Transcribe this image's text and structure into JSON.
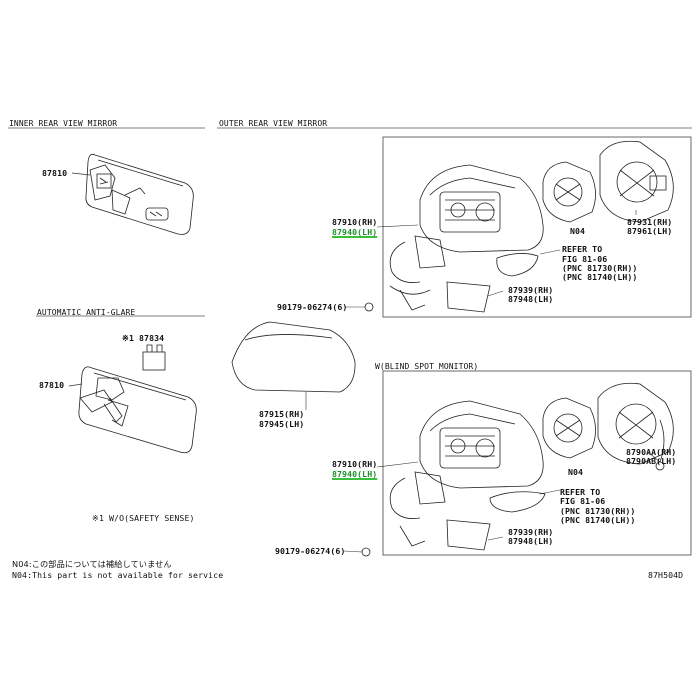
{
  "sections": {
    "inner": "INNER REAR VIEW MIRROR",
    "outer": "OUTER REAR VIEW MIRROR",
    "auto_anti_glare": "AUTOMATIC ANTI-GLARE",
    "blind_spot": "W(BLIND SPOT MONITOR)"
  },
  "parts": {
    "p87810_a": "87810",
    "p87810_b": "87810",
    "p87834": "※1 87834",
    "p87910_a": "87910(RH)",
    "p87940_a": "87940(LH)",
    "p87910_b": "87910(RH)",
    "p87940_b": "87940(LH)",
    "p87931": "87931(RH)",
    "p87961": "87961(LH)",
    "p87939_a": "87939(RH)",
    "p87948_a": "87948(LH)",
    "p87939_b": "87939(RH)",
    "p87948_b": "87948(LH)",
    "p87915": "87915(RH)",
    "p87945": "87945(LH)",
    "p8790AA": "8790AA(RH)",
    "p8790AB": "8790AB(LH)",
    "p90179_a": "90179-06274(6)",
    "p90179_b": "90179-06274(6)",
    "n04_a": "N04",
    "n04_b": "N04"
  },
  "refers": {
    "a": {
      "l1": "REFER TO",
      "l2": "FIG 81-06",
      "l3": "(PNC 81730(RH))",
      "l4": "(PNC 81740(LH))"
    },
    "b": {
      "l1": "REFER TO",
      "l2": "FIG 81-06",
      "l3": "(PNC 81730(RH))",
      "l4": "(PNC 81740(LH))"
    }
  },
  "notes": {
    "safety": "※1 W/O(SAFETY SENSE)",
    "n04_jp": "N04:この部品については補給していません",
    "n04_en": "N04:This part is not available for service",
    "fig_code": "87H504D"
  },
  "colors": {
    "line": "#222222",
    "highlight": "#3bbf3b",
    "frame": "#555555"
  }
}
